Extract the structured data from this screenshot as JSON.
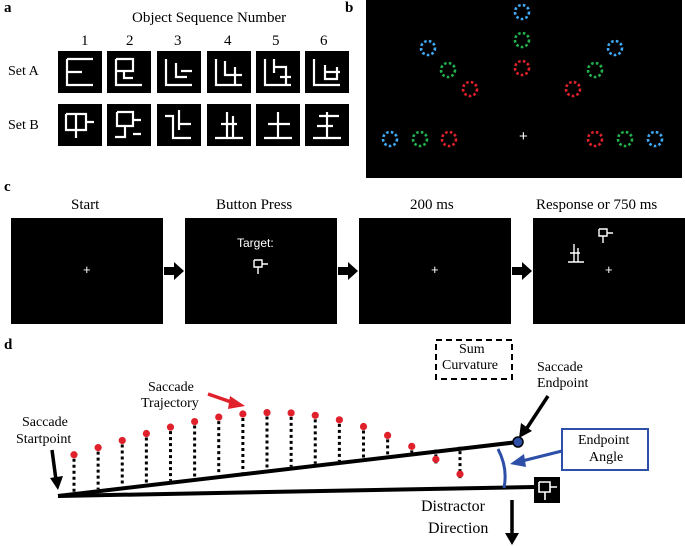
{
  "panels": {
    "a": {
      "letter": "a",
      "title": "Object Sequence Number",
      "columns": [
        "1",
        "2",
        "3",
        "4",
        "5",
        "6"
      ],
      "rows": [
        "Set A",
        "Set B"
      ]
    },
    "b": {
      "letter": "b",
      "fixation": "+",
      "colors": {
        "blue": "#3fa9f5",
        "green": "#22b14c",
        "red": "#e0202a"
      }
    },
    "c": {
      "letter": "c",
      "screens": [
        {
          "label": "Start"
        },
        {
          "label": "Button Press",
          "inner_text": "Target:"
        },
        {
          "label": "200 ms"
        },
        {
          "label": "Response or 750 ms"
        }
      ],
      "fixation": "+"
    },
    "d": {
      "letter": "d",
      "labels": {
        "startpoint_line1": "Saccade",
        "startpoint_line2": "Startpoint",
        "trajectory_line1": "Saccade",
        "trajectory_line2": "Trajectory",
        "sum_line1": "Sum",
        "sum_line2": "Curvature",
        "endpoint_line1": "Saccade",
        "endpoint_line2": "Endpoint",
        "angle_line1": "Endpoint",
        "angle_line2": "Angle",
        "distractor_line1": "Distractor",
        "distractor_line2": "Direction"
      },
      "colors": {
        "dot": "#e0202a",
        "arrow_red": "#e0202a",
        "arc_blue": "#2e4fa8"
      }
    }
  }
}
